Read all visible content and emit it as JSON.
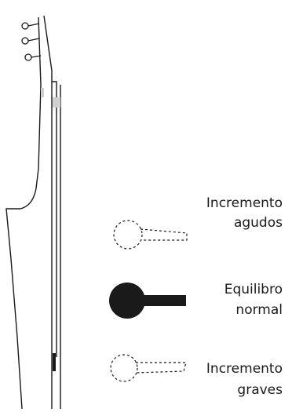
{
  "labels": {
    "treble_line1": "Incremento",
    "treble_line2": "agudos",
    "normal_line1": "Equilibro",
    "normal_line2": "normal",
    "bass_line1": "Incremento",
    "bass_line2": "graves"
  },
  "colors": {
    "ink": "#1a1a1a",
    "background": "#ffffff",
    "band": "#cfcfcf"
  }
}
